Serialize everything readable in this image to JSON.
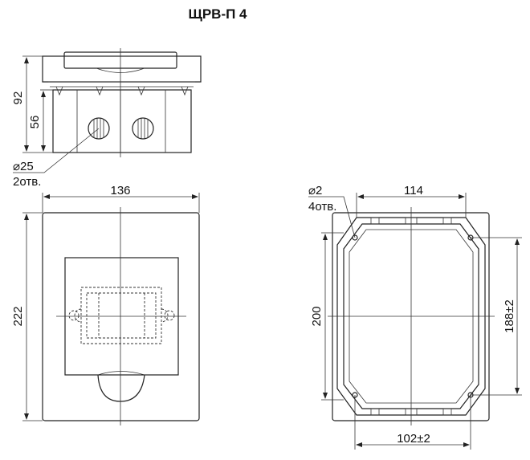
{
  "title": "ЩРВ-П 4",
  "side_view": {
    "dim_height_total": "92",
    "dim_height_body": "56",
    "dim_hole_diameter": "⌀25",
    "dim_hole_count": "2отв."
  },
  "front_view": {
    "dim_width": "136",
    "dim_height": "222"
  },
  "back_view": {
    "dim_mount_hole_diameter": "⌀2",
    "dim_mount_hole_count": "4отв.",
    "dim_inner_width_top": "114",
    "dim_inner_height": "200",
    "dim_mount_height": "188±2",
    "dim_mount_width": "102±2"
  }
}
